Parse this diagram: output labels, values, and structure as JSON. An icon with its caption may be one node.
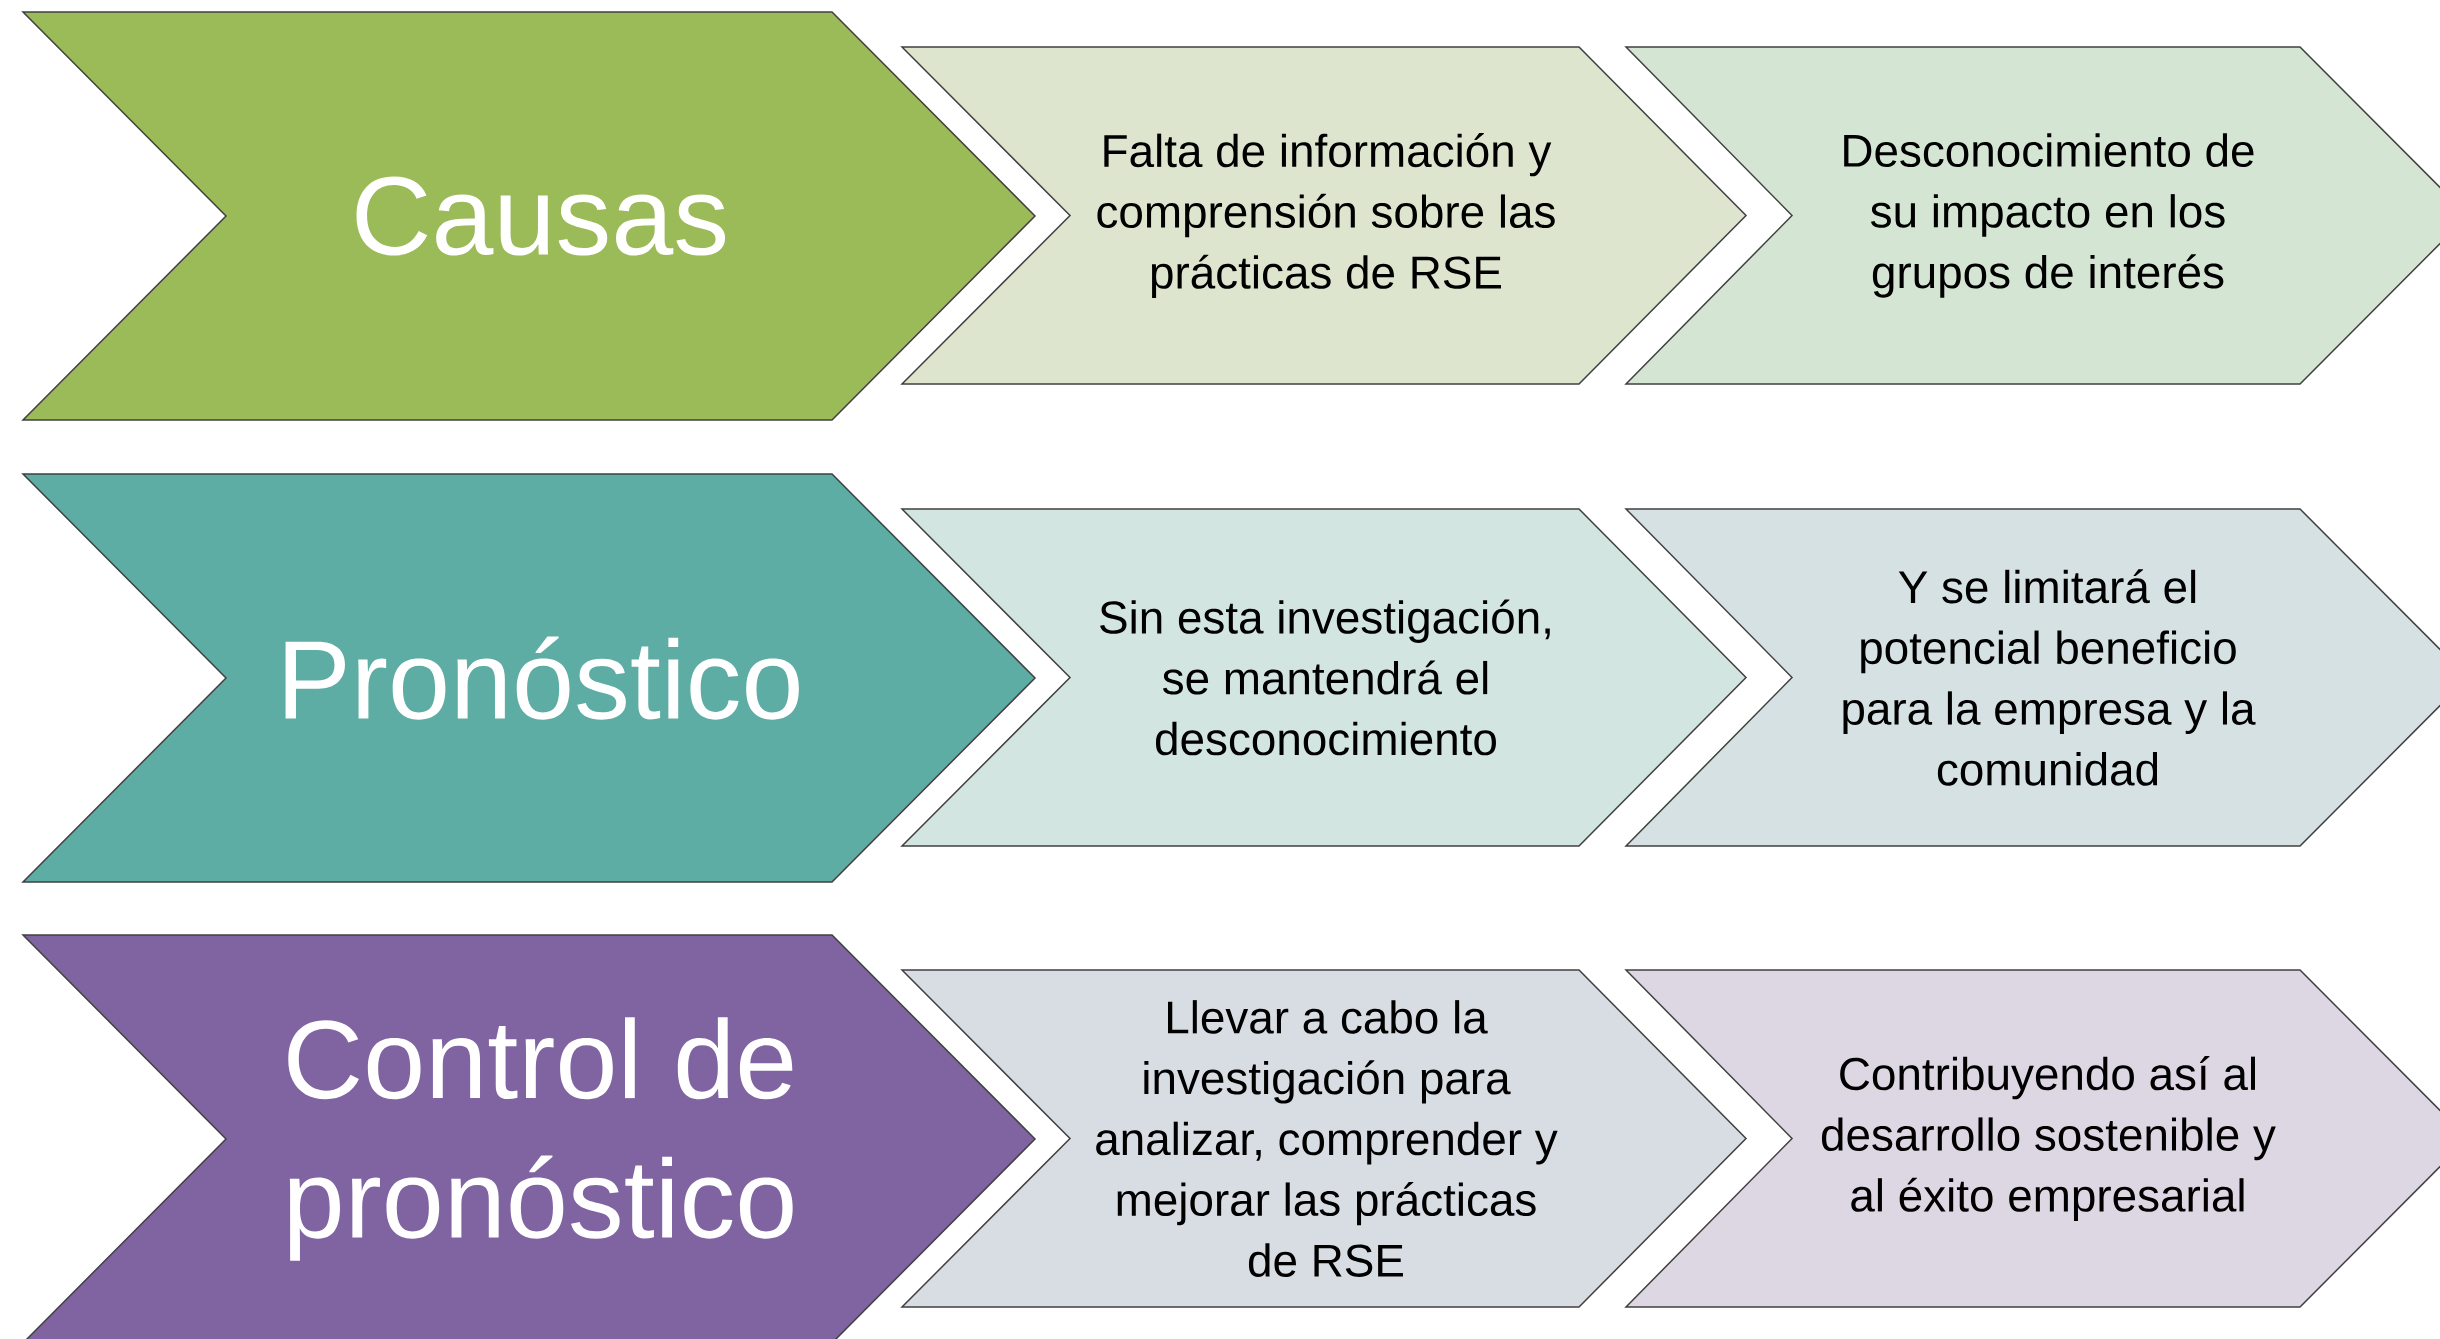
{
  "diagram": {
    "nodes": [
      {
        "text": [
          "Causas"
        ]
      },
      {
        "text": [
          "Falta de información y comprensión sobre las prácticas de RSE"
        ]
      },
      {
        "text": [
          "Desconocimiento de su impacto en los grupos de interés"
        ]
      },
      {
        "text": [
          "Pronóstico"
        ]
      },
      {
        "text": [
          "Sin esta investigación, se mantendrá el desconocimiento"
        ]
      },
      {
        "text": [
          "Y se limitará el potencial beneficio para la empresa y la comunidad"
        ]
      },
      {
        "text": [
          "Control de pronóstico"
        ]
      },
      {
        "text": [
          "Llevar a cabo la investigación para analizar, comprender y mejorar las prácticas de RSE"
        ]
      },
      {
        "text": [
          "Contribuyendo así al desarrollo sostenible y al éxito empresarial"
        ]
      }
    ]
  }
}
